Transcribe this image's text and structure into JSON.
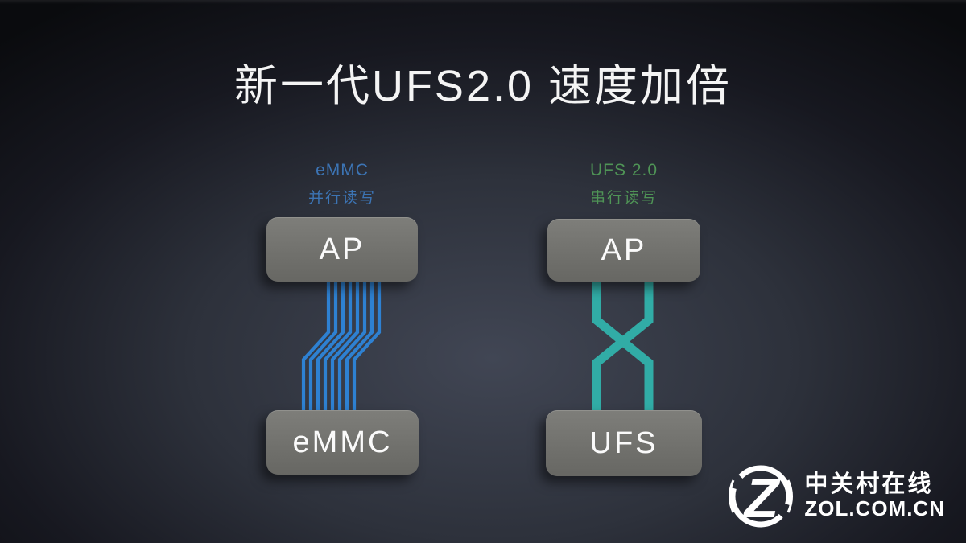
{
  "title": "新一代UFS2.0 速度加倍",
  "left_diagram": {
    "name_label": "eMMC",
    "mode_label": "并行读写",
    "top_box_label": "AP",
    "bottom_box_label": "eMMC",
    "accent_color": "#2e81d2",
    "label_color": "#3c74b4",
    "line_count": 8,
    "line_style": "parallel"
  },
  "right_diagram": {
    "name_label": "UFS 2.0",
    "mode_label": "串行读写",
    "top_box_label": "AP",
    "bottom_box_label": "UFS",
    "accent_color": "#31aca6",
    "label_color": "#4f9456",
    "line_count": 2,
    "line_style": "serial-crossed"
  },
  "watermark": {
    "logo_letter": "Z",
    "brand_cn": "中关村在线",
    "brand_url": "ZOL.COM.CN"
  },
  "colors": {
    "background_center": "#414654",
    "background_edge": "#0a0b0e",
    "box_gray": "#71716d",
    "title_color": "#f4f4f4"
  }
}
